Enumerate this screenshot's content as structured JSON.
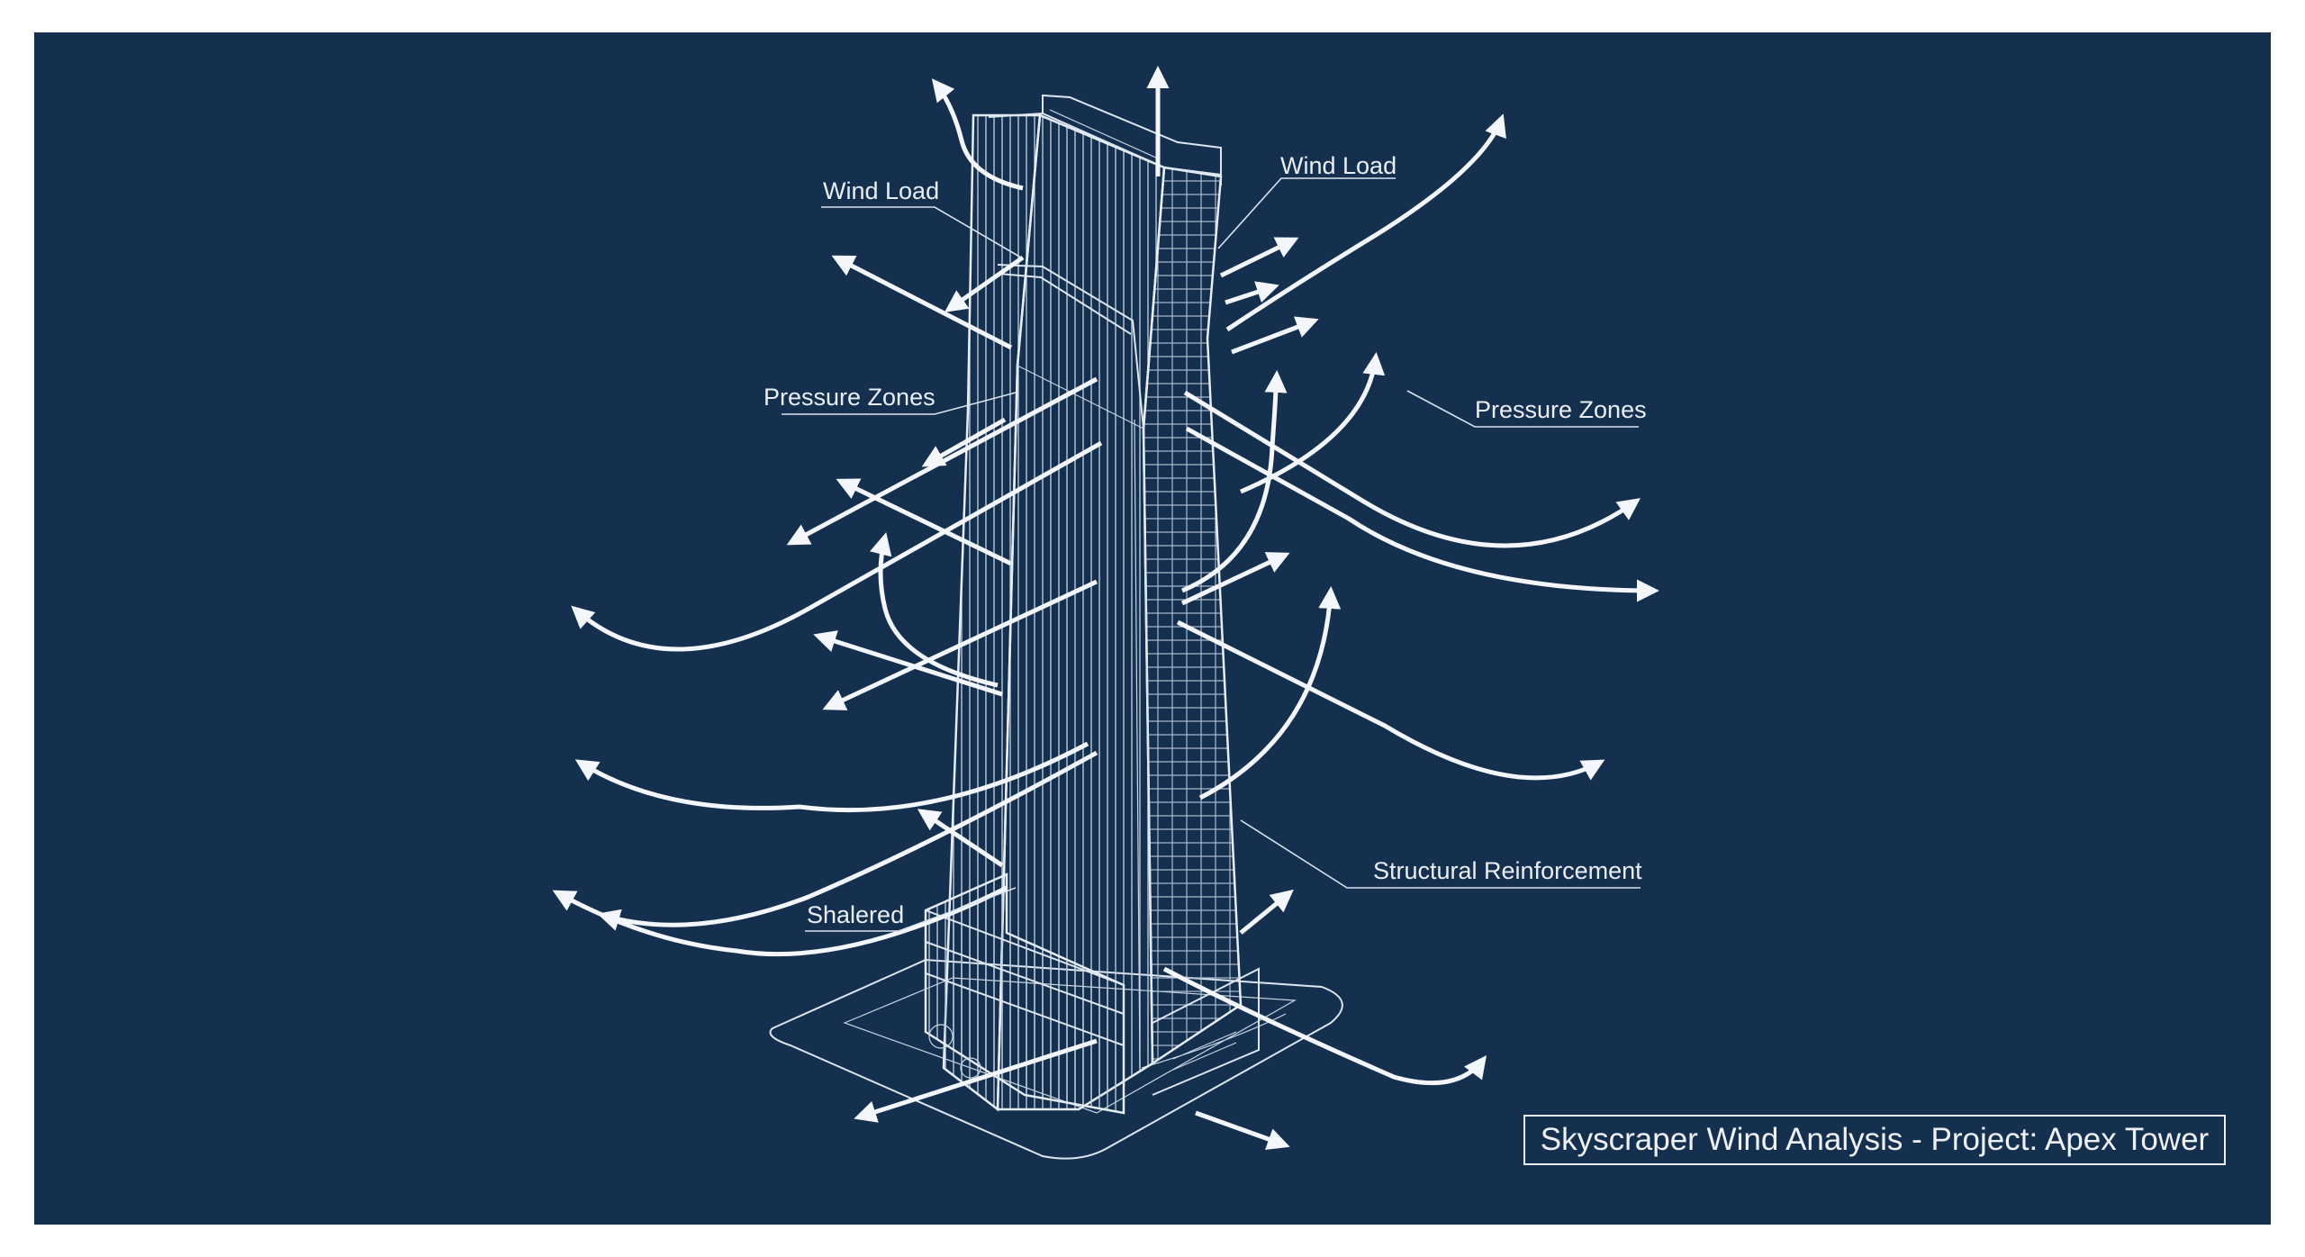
{
  "labels": {
    "wind_load_left": "Wind Load",
    "wind_load_right": "Wind Load",
    "pressure_zones_left": "Pressure Zones",
    "pressure_zones_right": "Pressure Zones",
    "structural_reinforcement": "Structural Reinforcement",
    "shalered": "Shalered"
  },
  "title": "Skyscraper Wind Analysis - Project: Apex Tower",
  "colors": {
    "background": "#15304f",
    "linework": "#f3f6fa",
    "outer_margin": "#ffffff"
  }
}
